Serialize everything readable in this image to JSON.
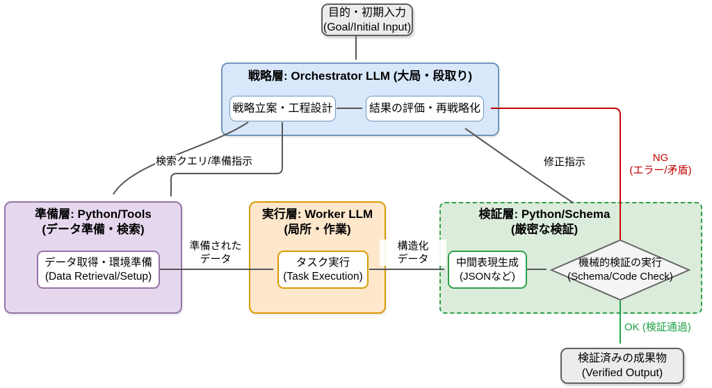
{
  "nodes": {
    "goal": {
      "line1": "目的・初期入力",
      "line2": "(Goal/Initial Input)"
    },
    "strategy": {
      "title": "戦略層: Orchestrator LLM (大局・段取り)",
      "plan": "戦略立案・工程設計",
      "evaluate": "結果の評価・再戦略化"
    },
    "prep": {
      "title1": "準備層: Python/Tools",
      "title2": "(データ準備・検索)",
      "task1": "データ取得・環境準備",
      "task2": "(Data Retrieval/Setup)"
    },
    "exec": {
      "title1": "実行層: Worker LLM",
      "title2": "(局所・作業)",
      "task1": "タスク実行",
      "task2": "(Task Execution)"
    },
    "verify": {
      "title1": "検証層: Python/Schema",
      "title2": "(厳密な検証)",
      "gen1": "中間表現生成",
      "gen2": "(JSONなど)",
      "check1": "機械的検証の実行",
      "check2": "(Schema/Code Check)"
    },
    "output": {
      "line1": "検証済みの成果物",
      "line2": "(Verified Output)"
    }
  },
  "edges": {
    "search_query": "検索クエリ/準備指示",
    "prepared_data1": "準備された",
    "prepared_data2": "データ",
    "structured_data1": "構造化",
    "structured_data2": "データ",
    "revision": "修正指示",
    "ng1": "NG",
    "ng2": "(エラー/矛盾)",
    "ok": "OK (検証通過)"
  },
  "colors": {
    "blue_fill": "#d8e7fa",
    "blue_stroke": "#6e96bd",
    "purple_fill": "#e5d8ee",
    "purple_stroke": "#9673a6",
    "orange_fill": "#ffe7cc",
    "orange_stroke": "#d79b00",
    "green_fill": "#dcecdb",
    "green_stroke": "#2d9e49",
    "gray_fill": "#ececec",
    "gray_stroke": "#5f5f5f",
    "node_fill": "#ffffff",
    "diamond_fill": "#f5f5f5",
    "diamond_stroke": "#666666",
    "arrow": "#565656",
    "ng_red": "#c00000",
    "ok_green": "#1fa24a",
    "text": "#000000"
  }
}
